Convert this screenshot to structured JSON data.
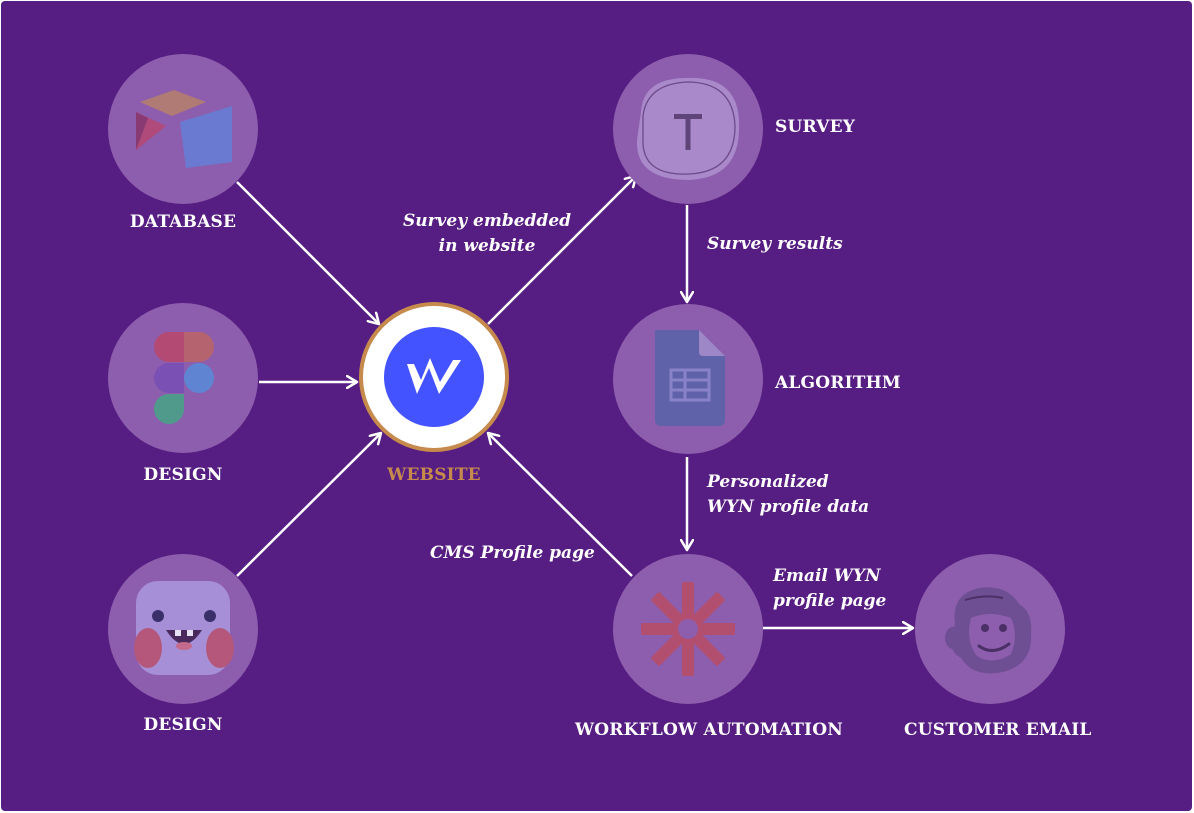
{
  "nodes": {
    "database": {
      "label": "DATABASE"
    },
    "design_1": {
      "label": "DESIGN"
    },
    "design_2": {
      "label": "DESIGN"
    },
    "website": {
      "label": "WEBSITE"
    },
    "survey": {
      "label": "SURVEY"
    },
    "algorithm": {
      "label": "ALGORITHM"
    },
    "workflow": {
      "label": "WORKFLOW AUTOMATION"
    },
    "customer_email": {
      "label": "CUSTOMER EMAIL"
    }
  },
  "edges": {
    "survey_embedded": {
      "line1": "Survey embedded",
      "line2": "in website"
    },
    "survey_results": {
      "text": "Survey results"
    },
    "personalized": {
      "line1": "Personalized",
      "line2": "WYN profile data"
    },
    "cms_profile": {
      "text": "CMS Profile page"
    },
    "email_wyn": {
      "line1": "Email WYN",
      "line2": "profile page"
    }
  },
  "icons": {
    "database": "airtable-logo-icon",
    "design_1": "figma-logo-icon",
    "design_2": "monster-face-icon",
    "website": "webflow-logo-icon",
    "survey": "typeform-logo-icon",
    "algorithm": "google-sheets-icon",
    "workflow": "zapier-logo-icon",
    "customer_email": "mailchimp-logo-icon"
  },
  "colors": {
    "background": "#561d82",
    "node_fill": "#8d5ead",
    "website_ring": "#c58a4c",
    "website_accent": "#4353ff",
    "text": "#ffffff"
  }
}
